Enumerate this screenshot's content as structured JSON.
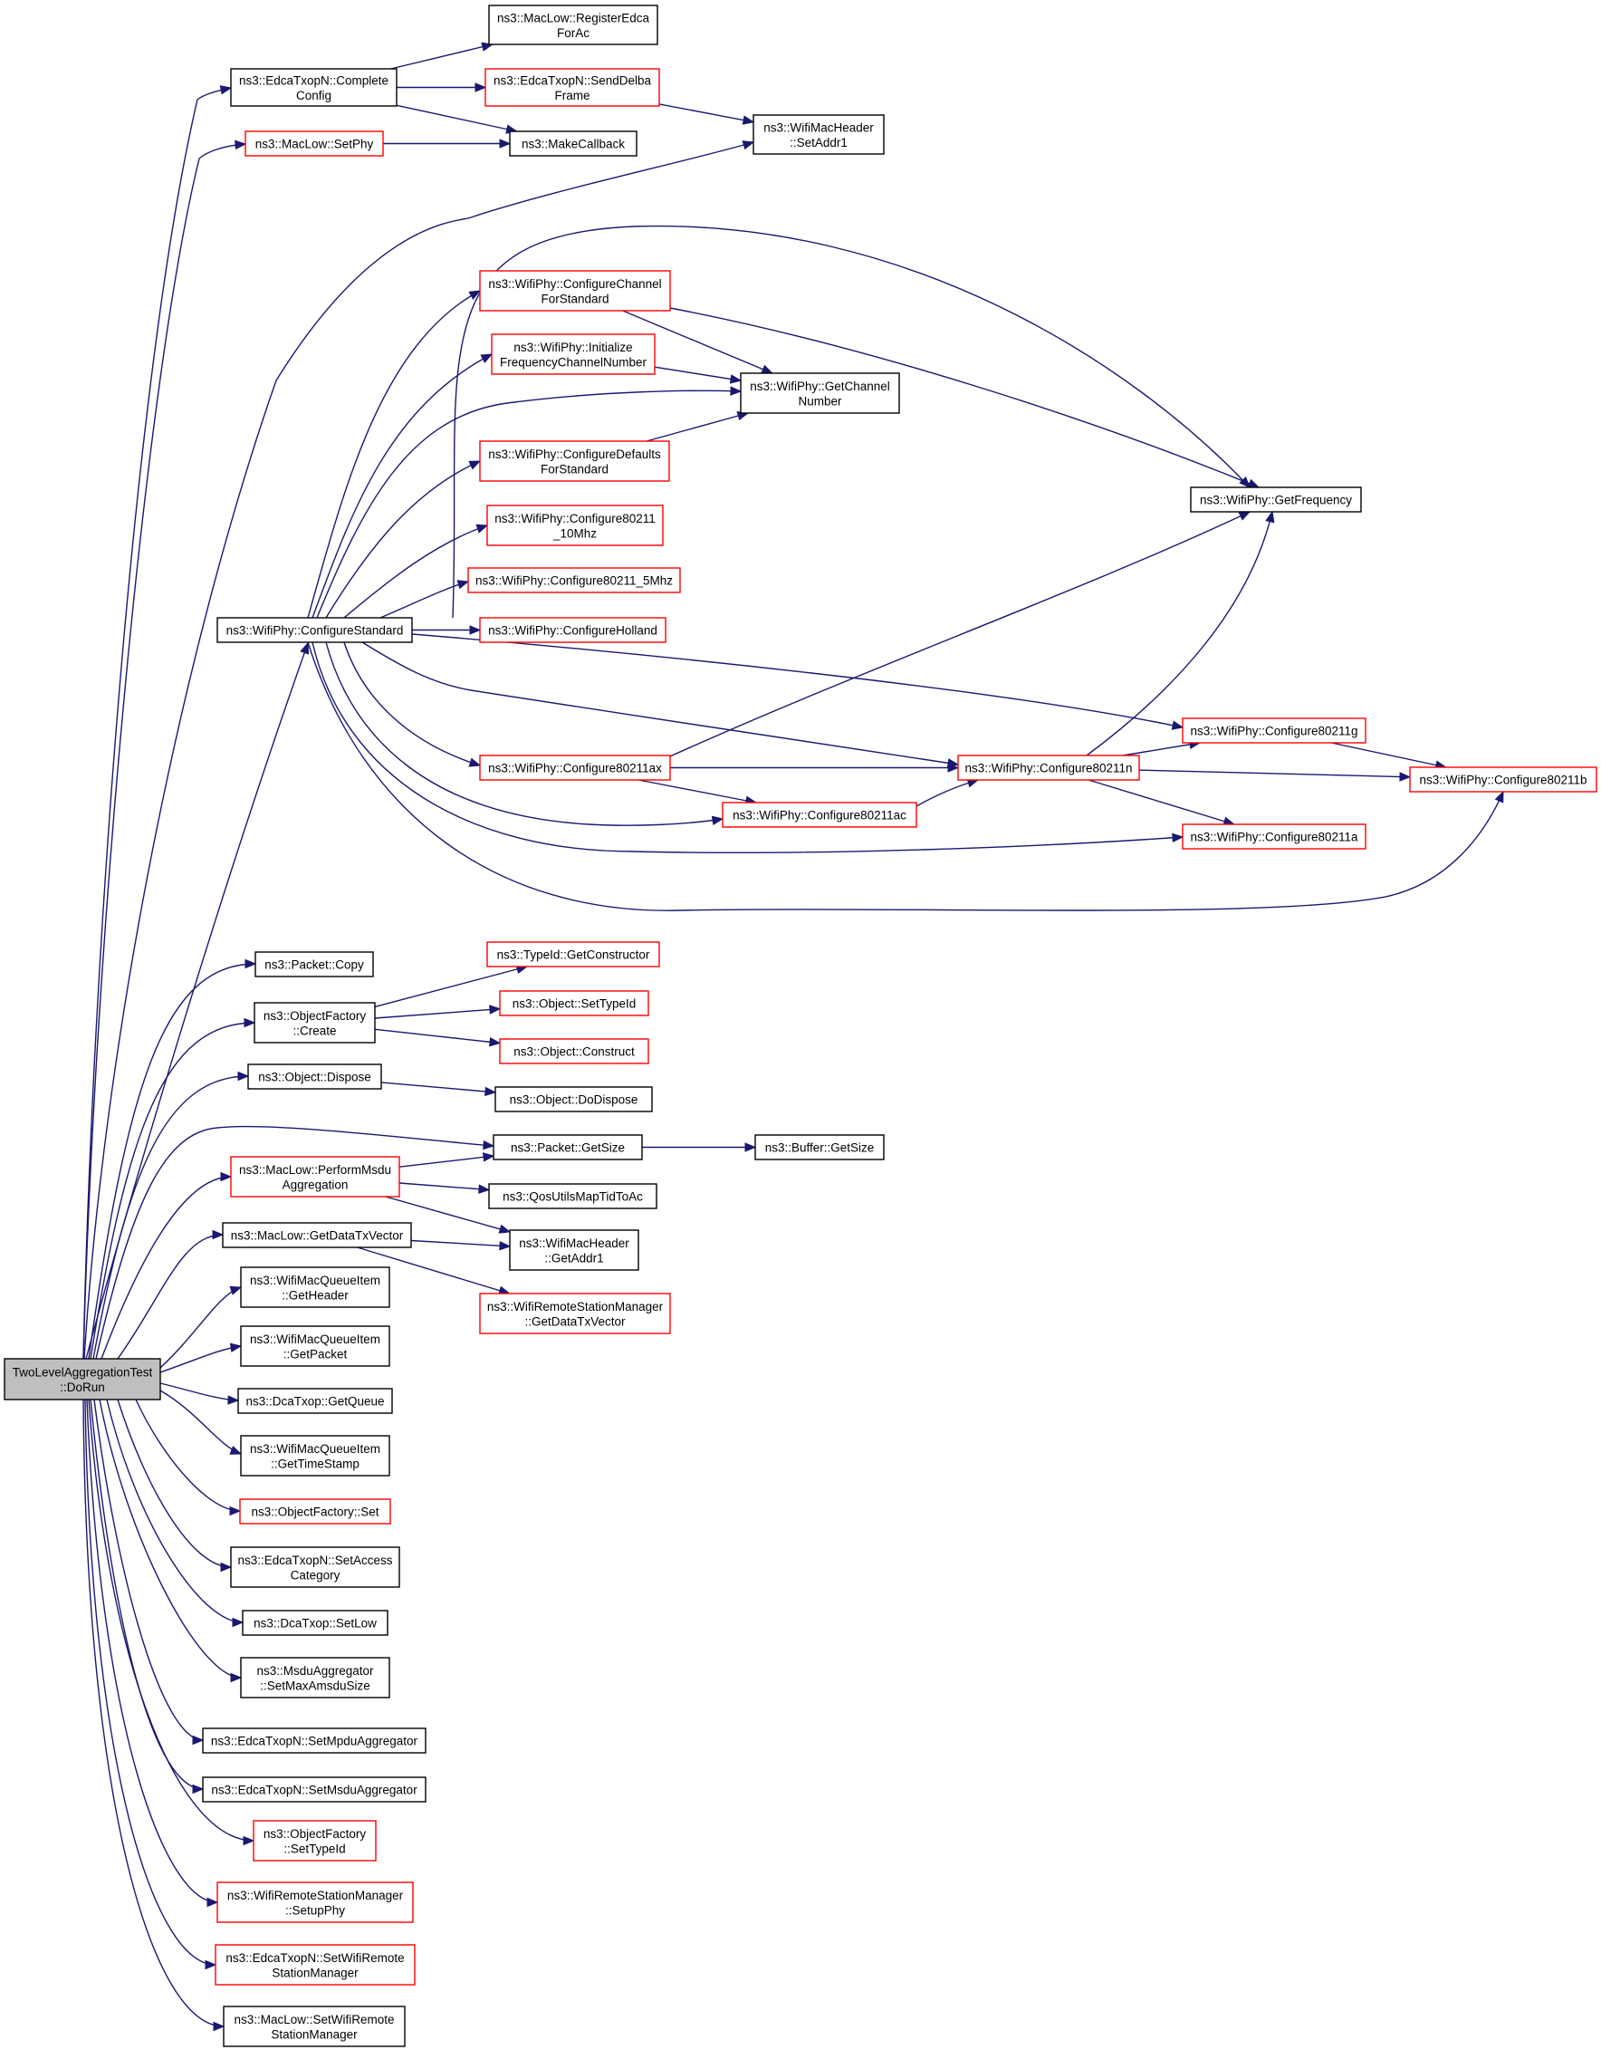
{
  "colors": {
    "edge": "#191970",
    "border_documented": "#000000",
    "border_undocumented": "#ff0000",
    "root_fill": "#bfbfbf",
    "node_fill": "#ffffff"
  },
  "diagram": {
    "type": "call-graph",
    "nodes": [
      {
        "id": "root",
        "lines": [
          "TwoLevelAggregationTest",
          "::DoRun"
        ],
        "kind": "root"
      },
      {
        "id": "registerEdca",
        "lines": [
          "ns3::MacLow::RegisterEdca",
          "ForAc"
        ],
        "kind": "black"
      },
      {
        "id": "completeConfig",
        "lines": [
          "ns3::EdcaTxopN::Complete",
          "Config"
        ],
        "kind": "black"
      },
      {
        "id": "sendDelba",
        "lines": [
          "ns3::EdcaTxopN::SendDelba",
          "Frame"
        ],
        "kind": "red"
      },
      {
        "id": "setAddr1",
        "lines": [
          "ns3::WifiMacHeader",
          "::SetAddr1"
        ],
        "kind": "black"
      },
      {
        "id": "setPhy",
        "lines": [
          "ns3::MacLow::SetPhy"
        ],
        "kind": "red"
      },
      {
        "id": "makeCallback",
        "lines": [
          "ns3::MakeCallback"
        ],
        "kind": "black"
      },
      {
        "id": "cfgChannel",
        "lines": [
          "ns3::WifiPhy::ConfigureChannel",
          "ForStandard"
        ],
        "kind": "red"
      },
      {
        "id": "initFreq",
        "lines": [
          "ns3::WifiPhy::Initialize",
          "FrequencyChannelNumber"
        ],
        "kind": "red"
      },
      {
        "id": "getChannelNumber",
        "lines": [
          "ns3::WifiPhy::GetChannel",
          "Number"
        ],
        "kind": "black"
      },
      {
        "id": "cfgDefaults",
        "lines": [
          "ns3::WifiPhy::ConfigureDefaults",
          "ForStandard"
        ],
        "kind": "red"
      },
      {
        "id": "getFrequency",
        "lines": [
          "ns3::WifiPhy::GetFrequency"
        ],
        "kind": "black"
      },
      {
        "id": "cfg10mhz",
        "lines": [
          "ns3::WifiPhy::Configure80211",
          "_10Mhz"
        ],
        "kind": "red"
      },
      {
        "id": "cfg5mhz",
        "lines": [
          "ns3::WifiPhy::Configure80211_5Mhz"
        ],
        "kind": "red"
      },
      {
        "id": "cfgStandard",
        "lines": [
          "ns3::WifiPhy::ConfigureStandard"
        ],
        "kind": "black"
      },
      {
        "id": "cfgHolland",
        "lines": [
          "ns3::WifiPhy::ConfigureHolland"
        ],
        "kind": "red"
      },
      {
        "id": "cfg80211g",
        "lines": [
          "ns3::WifiPhy::Configure80211g"
        ],
        "kind": "red"
      },
      {
        "id": "cfg80211ax",
        "lines": [
          "ns3::WifiPhy::Configure80211ax"
        ],
        "kind": "red"
      },
      {
        "id": "cfg80211n",
        "lines": [
          "ns3::WifiPhy::Configure80211n"
        ],
        "kind": "red"
      },
      {
        "id": "cfg80211b",
        "lines": [
          "ns3::WifiPhy::Configure80211b"
        ],
        "kind": "red"
      },
      {
        "id": "cfg80211ac",
        "lines": [
          "ns3::WifiPhy::Configure80211ac"
        ],
        "kind": "red"
      },
      {
        "id": "cfg80211a",
        "lines": [
          "ns3::WifiPhy::Configure80211a"
        ],
        "kind": "red"
      },
      {
        "id": "packetCopy",
        "lines": [
          "ns3::Packet::Copy"
        ],
        "kind": "black"
      },
      {
        "id": "getConstructor",
        "lines": [
          "ns3::TypeId::GetConstructor"
        ],
        "kind": "red"
      },
      {
        "id": "ofCreate",
        "lines": [
          "ns3::ObjectFactory",
          "::Create"
        ],
        "kind": "black"
      },
      {
        "id": "setTypeId",
        "lines": [
          "ns3::Object::SetTypeId"
        ],
        "kind": "red"
      },
      {
        "id": "construct",
        "lines": [
          "ns3::Object::Construct"
        ],
        "kind": "red"
      },
      {
        "id": "dispose",
        "lines": [
          "ns3::Object::Dispose"
        ],
        "kind": "black"
      },
      {
        "id": "doDispose",
        "lines": [
          "ns3::Object::DoDispose"
        ],
        "kind": "black"
      },
      {
        "id": "packetGetSize",
        "lines": [
          "ns3::Packet::GetSize"
        ],
        "kind": "black"
      },
      {
        "id": "bufferGetSize",
        "lines": [
          "ns3::Buffer::GetSize"
        ],
        "kind": "black"
      },
      {
        "id": "performMsdu",
        "lines": [
          "ns3::MacLow::PerformMsdu",
          "Aggregation"
        ],
        "kind": "red"
      },
      {
        "id": "qosUtils",
        "lines": [
          "ns3::QosUtilsMapTidToAc"
        ],
        "kind": "black"
      },
      {
        "id": "getDataTxVector",
        "lines": [
          "ns3::MacLow::GetDataTxVector"
        ],
        "kind": "black"
      },
      {
        "id": "getAddr1",
        "lines": [
          "ns3::WifiMacHeader",
          "::GetAddr1"
        ],
        "kind": "black"
      },
      {
        "id": "rsmGetDataTxVector",
        "lines": [
          "ns3::WifiRemoteStationManager",
          "::GetDataTxVector"
        ],
        "kind": "red"
      },
      {
        "id": "qiGetHeader",
        "lines": [
          "ns3::WifiMacQueueItem",
          "::GetHeader"
        ],
        "kind": "black"
      },
      {
        "id": "qiGetPacket",
        "lines": [
          "ns3::WifiMacQueueItem",
          "::GetPacket"
        ],
        "kind": "black"
      },
      {
        "id": "dcaGetQueue",
        "lines": [
          "ns3::DcaTxop::GetQueue"
        ],
        "kind": "black"
      },
      {
        "id": "qiGetTimeStamp",
        "lines": [
          "ns3::WifiMacQueueItem",
          "::GetTimeStamp"
        ],
        "kind": "black"
      },
      {
        "id": "ofSet",
        "lines": [
          "ns3::ObjectFactory::Set"
        ],
        "kind": "red"
      },
      {
        "id": "setAccessCategory",
        "lines": [
          "ns3::EdcaTxopN::SetAccess",
          "Category"
        ],
        "kind": "black"
      },
      {
        "id": "dcaSetLow",
        "lines": [
          "ns3::DcaTxop::SetLow"
        ],
        "kind": "black"
      },
      {
        "id": "setMaxAmsdu",
        "lines": [
          "ns3::MsduAggregator",
          "::SetMaxAmsduSize"
        ],
        "kind": "black"
      },
      {
        "id": "setMpduAgg",
        "lines": [
          "ns3::EdcaTxopN::SetMpduAggregator"
        ],
        "kind": "black"
      },
      {
        "id": "setMsduAgg",
        "lines": [
          "ns3::EdcaTxopN::SetMsduAggregator"
        ],
        "kind": "black"
      },
      {
        "id": "ofSetTypeId",
        "lines": [
          "ns3::ObjectFactory",
          "::SetTypeId"
        ],
        "kind": "red"
      },
      {
        "id": "setupPhy",
        "lines": [
          "ns3::WifiRemoteStationManager",
          "::SetupPhy"
        ],
        "kind": "red"
      },
      {
        "id": "edcaSetRsm",
        "lines": [
          "ns3::EdcaTxopN::SetWifiRemote",
          "StationManager"
        ],
        "kind": "red"
      },
      {
        "id": "macSetRsm",
        "lines": [
          "ns3::MacLow::SetWifiRemote",
          "StationManager"
        ],
        "kind": "black"
      }
    ],
    "edges": [
      [
        "root",
        "completeConfig"
      ],
      [
        "root",
        "setPhy"
      ],
      [
        "root",
        "setAddr1"
      ],
      [
        "root",
        "cfgStandard"
      ],
      [
        "root",
        "packetCopy"
      ],
      [
        "root",
        "ofCreate"
      ],
      [
        "root",
        "dispose"
      ],
      [
        "root",
        "packetGetSize"
      ],
      [
        "root",
        "performMsdu"
      ],
      [
        "root",
        "getDataTxVector"
      ],
      [
        "root",
        "qiGetHeader"
      ],
      [
        "root",
        "qiGetPacket"
      ],
      [
        "root",
        "dcaGetQueue"
      ],
      [
        "root",
        "qiGetTimeStamp"
      ],
      [
        "root",
        "ofSet"
      ],
      [
        "root",
        "setAccessCategory"
      ],
      [
        "root",
        "dcaSetLow"
      ],
      [
        "root",
        "setMaxAmsdu"
      ],
      [
        "root",
        "setMpduAgg"
      ],
      [
        "root",
        "setMsduAgg"
      ],
      [
        "root",
        "ofSetTypeId"
      ],
      [
        "root",
        "setupPhy"
      ],
      [
        "root",
        "edcaSetRsm"
      ],
      [
        "root",
        "macSetRsm"
      ],
      [
        "completeConfig",
        "registerEdca"
      ],
      [
        "completeConfig",
        "sendDelba"
      ],
      [
        "completeConfig",
        "makeCallback"
      ],
      [
        "sendDelba",
        "setAddr1"
      ],
      [
        "setPhy",
        "makeCallback"
      ],
      [
        "cfgStandard",
        "getFrequency"
      ],
      [
        "cfgStandard",
        "cfgChannel"
      ],
      [
        "cfgStandard",
        "initFreq"
      ],
      [
        "cfgStandard",
        "getChannelNumber"
      ],
      [
        "cfgStandard",
        "cfgDefaults"
      ],
      [
        "cfgStandard",
        "cfg10mhz"
      ],
      [
        "cfgStandard",
        "cfg5mhz"
      ],
      [
        "cfgStandard",
        "cfgHolland"
      ],
      [
        "cfgStandard",
        "cfg80211g"
      ],
      [
        "cfgStandard",
        "cfg80211n"
      ],
      [
        "cfgStandard",
        "cfg80211ax"
      ],
      [
        "cfgStandard",
        "cfg80211ac"
      ],
      [
        "cfgStandard",
        "cfg80211a"
      ],
      [
        "cfgStandard",
        "cfg80211b"
      ],
      [
        "cfgChannel",
        "getChannelNumber"
      ],
      [
        "cfgChannel",
        "getFrequency"
      ],
      [
        "initFreq",
        "getChannelNumber"
      ],
      [
        "cfgDefaults",
        "getChannelNumber"
      ],
      [
        "cfg80211g",
        "cfg80211b"
      ],
      [
        "cfg80211ax",
        "getFrequency"
      ],
      [
        "cfg80211ax",
        "cfg80211n"
      ],
      [
        "cfg80211ax",
        "cfg80211ac"
      ],
      [
        "cfg80211n",
        "getFrequency"
      ],
      [
        "cfg80211n",
        "cfg80211g"
      ],
      [
        "cfg80211n",
        "cfg80211b"
      ],
      [
        "cfg80211n",
        "cfg80211a"
      ],
      [
        "cfg80211ac",
        "cfg80211n"
      ],
      [
        "ofCreate",
        "getConstructor"
      ],
      [
        "ofCreate",
        "setTypeId"
      ],
      [
        "ofCreate",
        "construct"
      ],
      [
        "dispose",
        "doDispose"
      ],
      [
        "packetGetSize",
        "bufferGetSize"
      ],
      [
        "performMsdu",
        "packetGetSize"
      ],
      [
        "performMsdu",
        "qosUtils"
      ],
      [
        "performMsdu",
        "getAddr1"
      ],
      [
        "getDataTxVector",
        "getAddr1"
      ],
      [
        "getDataTxVector",
        "rsmGetDataTxVector"
      ]
    ]
  }
}
